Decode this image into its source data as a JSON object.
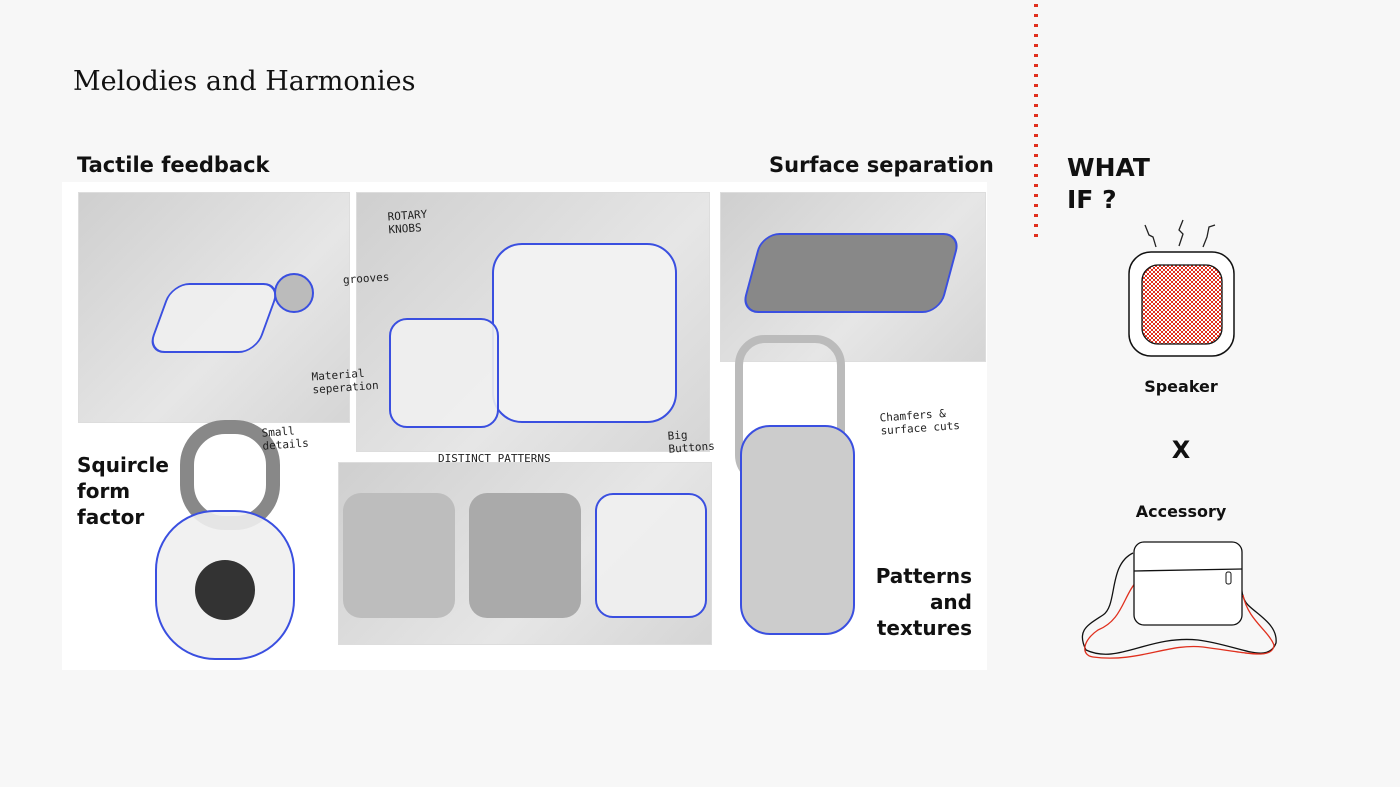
{
  "title": "Melodies and Harmonies",
  "board": {
    "headings": {
      "tactile": "Tactile feedback",
      "surface": "Surface separation",
      "squircle": "Squircle form factor",
      "patterns": "Patterns and textures"
    },
    "annotations": {
      "rotary": "ROTARY KNOBS",
      "grooves": "grooves",
      "material": "Material seperation",
      "small": "Small details",
      "distinct": "DISTINCT PATTERNS",
      "big": "Big Buttons",
      "chamfers": "Chamfers & surface cuts"
    }
  },
  "sidebar": {
    "what_if": "WHAT IF ?",
    "speaker": "Speaker",
    "x": "X",
    "accessory": "Accessory"
  },
  "colors": {
    "accent": "#e0301e",
    "annotation_blue": "#3a4fe0",
    "annotation_orange": "#e8761e"
  }
}
